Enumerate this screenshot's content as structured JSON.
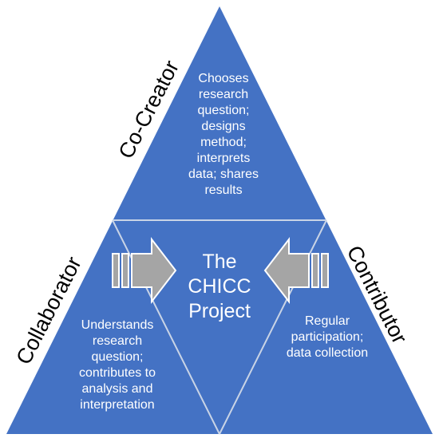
{
  "center": {
    "lines": [
      "The",
      "CHICC",
      "Project"
    ]
  },
  "roles": {
    "top": "Co-Creator",
    "left": "Collaborator",
    "right": "Contributor"
  },
  "descriptions": {
    "top": [
      "Chooses",
      "research",
      "question;",
      "designs",
      "method;",
      "interprets",
      "data; shares",
      "results"
    ],
    "left": [
      "Understands",
      "research",
      "question;",
      "contributes to",
      "analysis and",
      "interpretation"
    ],
    "right": [
      "Regular",
      "participation;",
      "data collection"
    ]
  },
  "colors": {
    "triangle": "#4472c4",
    "dividers": "#c9d4e6",
    "arrow_fill": "#a5a5a5",
    "arrow_stroke": "#ffffff"
  },
  "icons": {
    "left_arrow": "arrow-right-icon",
    "right_arrow": "arrow-left-icon"
  }
}
